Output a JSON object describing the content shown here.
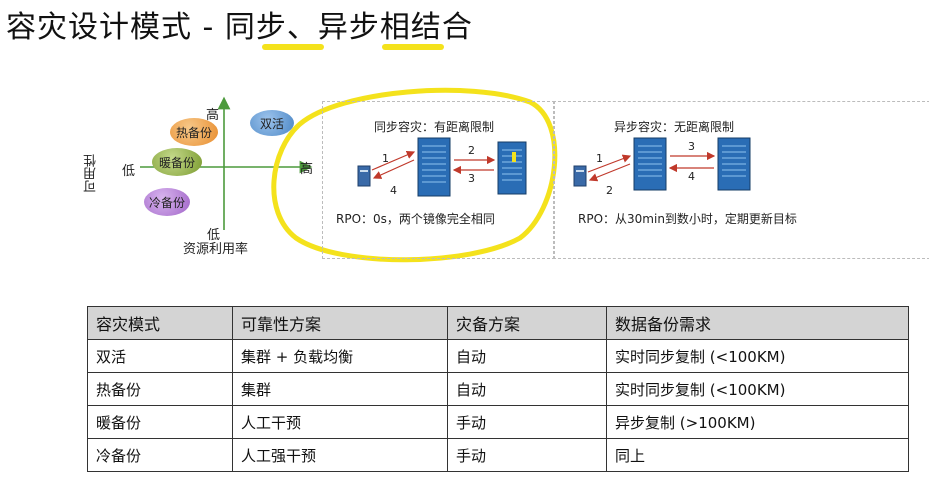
{
  "slide": {
    "title": "容灾设计模式 - 同步、异步相结合"
  },
  "quadrant": {
    "y_axis_label": "可用性",
    "y_high": "高",
    "x_low": "低",
    "x_high": "高",
    "y_low": "低",
    "x_axis_label": "资源利用率",
    "modes": [
      "双活",
      "热备份",
      "暖备份",
      "冷备份"
    ]
  },
  "sync_panel": {
    "title": "同步容灾：有距离限制",
    "steps": [
      "1",
      "2",
      "3",
      "4"
    ],
    "rpo": "RPO：0s，两个镜像完全相同"
  },
  "async_panel": {
    "title": "异步容灾：无距离限制",
    "steps": [
      "1",
      "2",
      "3",
      "4"
    ],
    "rpo": "RPO：从30min到数小时，定期更新目标"
  },
  "table": {
    "headers": [
      "容灾模式",
      "可靠性方案",
      "灾备方案",
      "数据备份需求"
    ],
    "rows": [
      [
        "双活",
        "集群 + 负载均衡",
        "自动",
        "实时同步复制 (<100KM)"
      ],
      [
        "热备份",
        "集群",
        "自动",
        "实时同步复制 (<100KM)"
      ],
      [
        "暖备份",
        "人工干预",
        "手动",
        "异步复制 (>100KM)"
      ],
      [
        "冷备份",
        "人工强干预",
        "手动",
        "同上"
      ]
    ]
  },
  "colors": {
    "highlight": "#f4e21c",
    "arrow": "#c0392b",
    "server": "#2b6cb0",
    "bubble_hot": "#e88c2c",
    "bubble_warm": "#7a9a2e",
    "bubble_cold": "#a064c8",
    "bubble_active": "#4a86c5"
  }
}
